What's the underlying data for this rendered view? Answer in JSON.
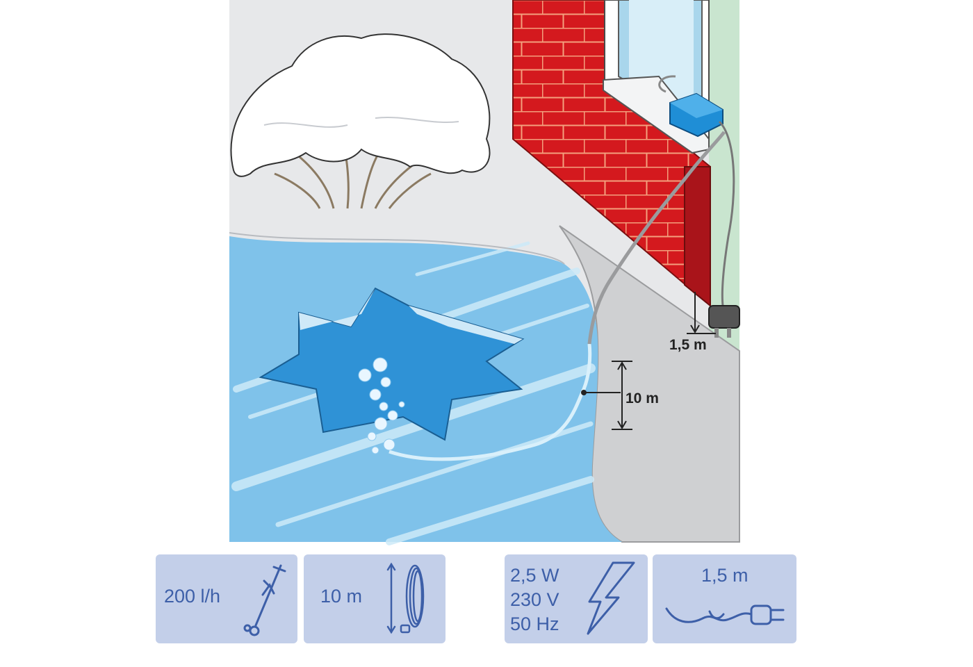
{
  "diagram": {
    "labels": {
      "plug_cable_length": "1,5 m",
      "hose_length": "10 m"
    }
  },
  "spec_panels": [
    {
      "id": "flow",
      "lines": [
        "200 l/h"
      ],
      "icon": "air-pump-icon"
    },
    {
      "id": "hose",
      "lines": [
        "10 m"
      ],
      "icon": "coiled-hose-icon"
    },
    {
      "id": "power",
      "lines": [
        "2,5 W",
        "230 V",
        "50 Hz"
      ],
      "icon": "lightning-bolt-icon"
    },
    {
      "id": "cable",
      "lines": [
        "1,5 m"
      ],
      "icon": "power-plug-cable-icon"
    }
  ],
  "colors": {
    "ice": "#7fc2ea",
    "water_hole": "#2f92d6",
    "brick": "#d4191e",
    "snow_ground": "#e7e8ea",
    "path": "#cfd0d2",
    "panel_bg": "#c3cfe9",
    "panel_text": "#3d5fa8"
  }
}
